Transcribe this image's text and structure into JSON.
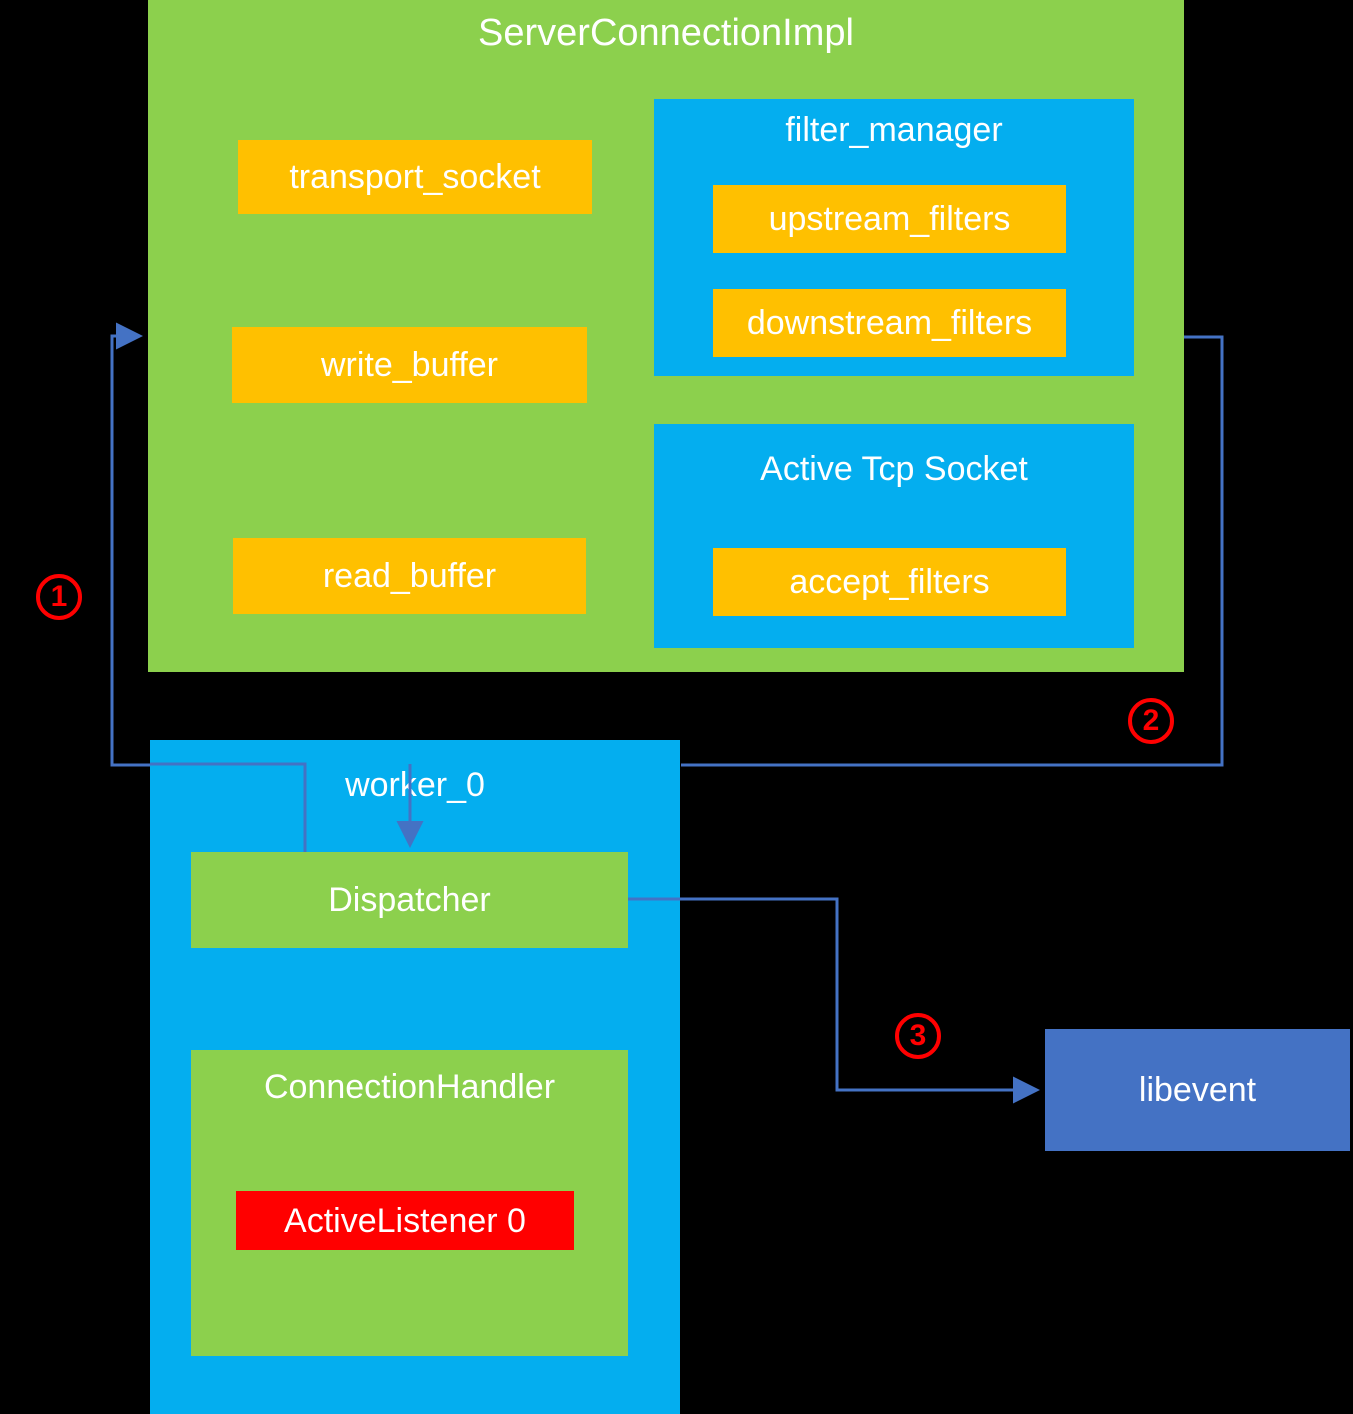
{
  "diagram": {
    "title": "ServerConnectionImpl",
    "background_color": "#000000",
    "palette": {
      "green": "#8CD04D",
      "blue": "#04AEEF",
      "orange": "#FFC000",
      "red": "#FF0000",
      "royal_blue": "#4472C4",
      "connector": "#4472C4",
      "text": "#FFFFFF"
    }
  },
  "server_connection_impl": {
    "label": "ServerConnectionImpl",
    "transport_socket": "transport_socket",
    "write_buffer": "write_buffer",
    "read_buffer": "read_buffer",
    "filter_manager": {
      "label": "filter_manager",
      "upstream_filters": "upstream_filters",
      "downstream_filters": "downstream_filters"
    },
    "active_tcp_socket": {
      "label": "Active Tcp Socket",
      "accept_filters": "accept_filters"
    }
  },
  "worker": {
    "label": "worker_0",
    "dispatcher": "Dispatcher",
    "connection_handler": {
      "label": "ConnectionHandler",
      "active_listener": "ActiveListener 0"
    }
  },
  "external": {
    "libevent": "libevent"
  },
  "steps": [
    {
      "id": "1",
      "label": "①",
      "number": "1"
    },
    {
      "id": "2",
      "label": "②",
      "number": "2"
    },
    {
      "id": "3",
      "label": "③",
      "number": "3"
    }
  ],
  "connectors": [
    {
      "name": "worker-to-server-connection",
      "step": "1",
      "from": "worker_0",
      "to": "ServerConnectionImpl",
      "arrowhead": true
    },
    {
      "name": "server-connection-to-worker",
      "step": "2",
      "from": "ServerConnectionImpl",
      "to": "worker_0",
      "arrowhead": false
    },
    {
      "name": "dispatcher-to-libevent",
      "step": "3",
      "from": "Dispatcher",
      "to": "libevent",
      "arrowhead": true
    },
    {
      "name": "connection-handler-to-dispatcher",
      "step": "",
      "from": "ConnectionHandler",
      "to": "Dispatcher",
      "arrowhead": true
    }
  ]
}
